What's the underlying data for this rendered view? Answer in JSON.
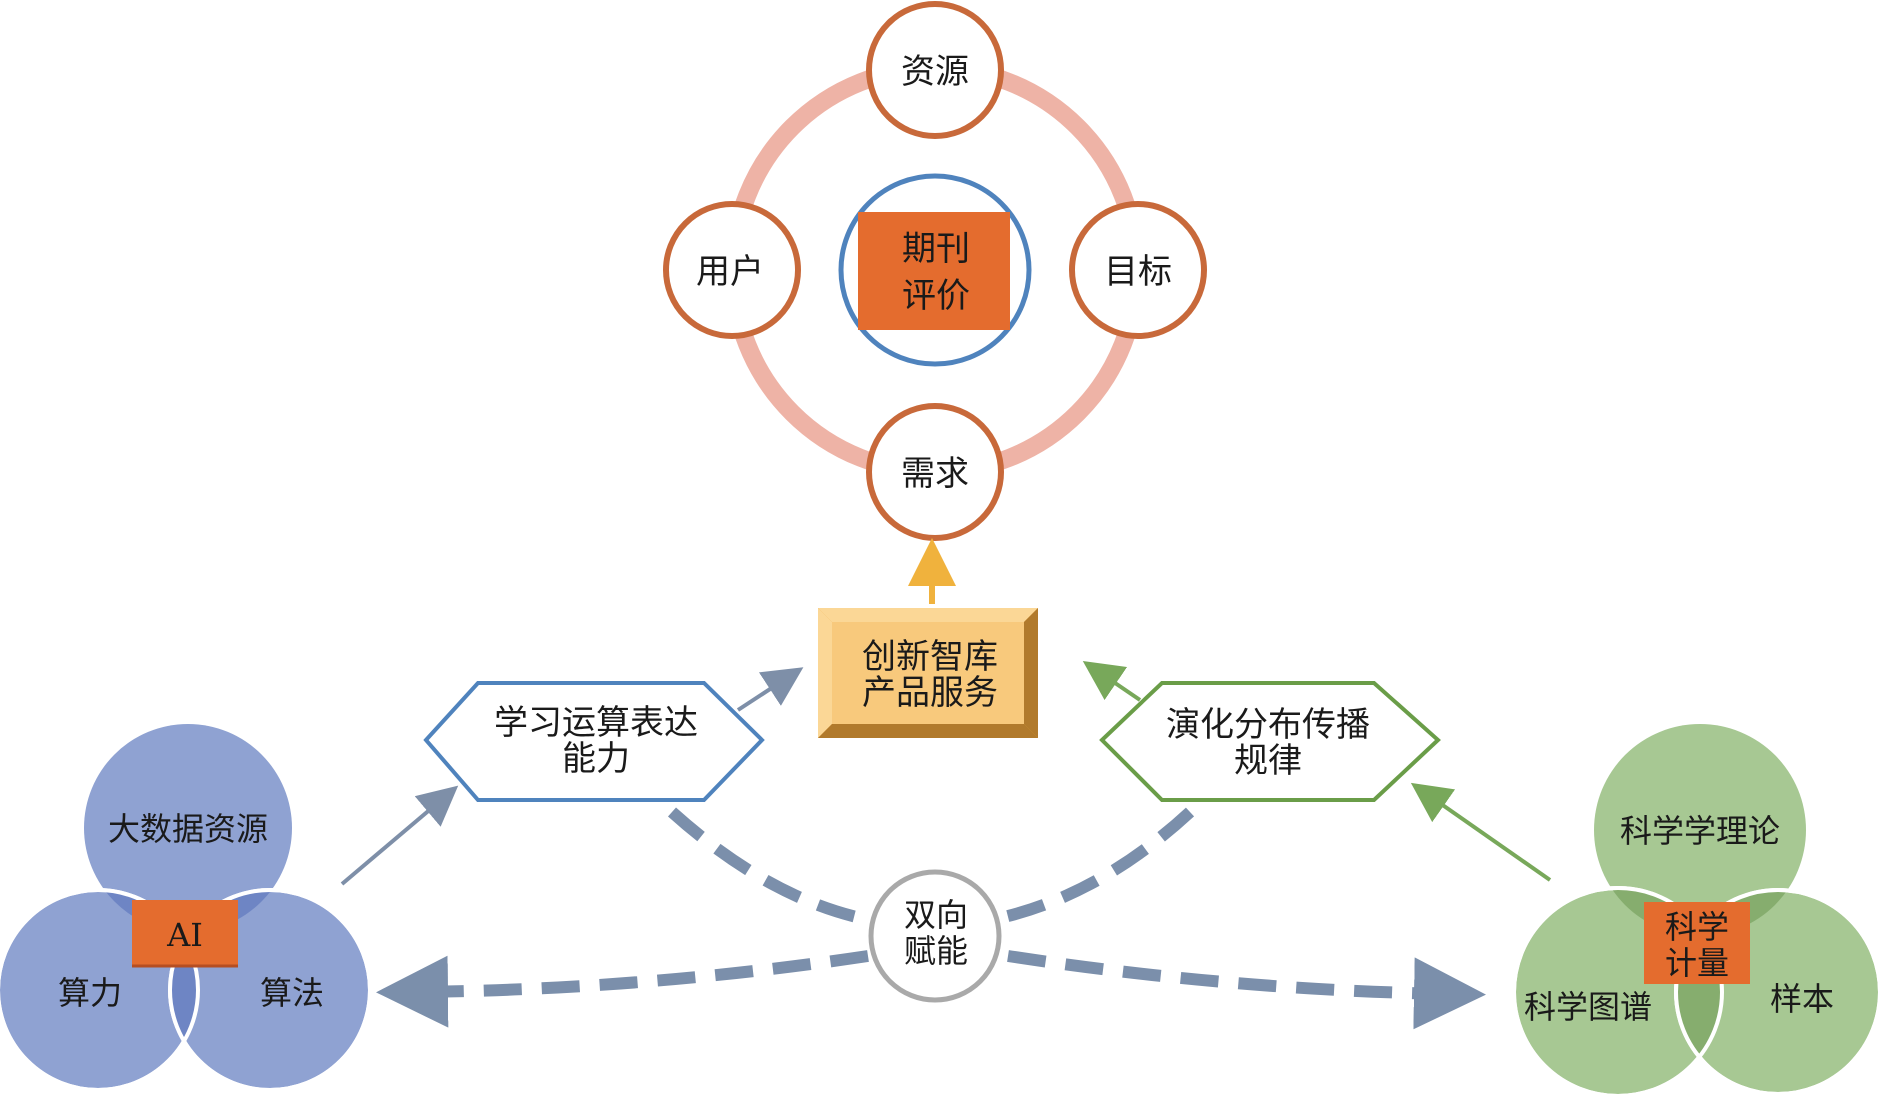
{
  "top_cycle": {
    "center_label_lines": [
      "期刊",
      "评价"
    ],
    "nodes": {
      "top": "资源",
      "left": "用户",
      "right": "目标",
      "bottom": "需求"
    }
  },
  "hub": {
    "label_lines": [
      "创新智库",
      "产品服务"
    ]
  },
  "left_hexagon": {
    "label_lines": [
      "学习运算表达",
      "能力"
    ]
  },
  "right_hexagon": {
    "label_lines": [
      "演化分布传播",
      "规律"
    ]
  },
  "bidirectional": {
    "label_lines": [
      "双向",
      "赋能"
    ]
  },
  "left_venn": {
    "circles": {
      "top": "大数据资源",
      "left": "算力",
      "right": "算法"
    },
    "center_badge": "AI"
  },
  "right_venn": {
    "circles": {
      "top": "科学学理论",
      "left": "科学图谱",
      "right": "样本"
    },
    "center_badge_lines": [
      "科学",
      "计量"
    ]
  },
  "colors": {
    "ring": "#eeb3a6",
    "node_stroke": "#c8693a",
    "center_stroke": "#4f83bd",
    "center_fill": "#e46c2e",
    "hub_fill": "#f8c97c",
    "hub_border": "#eaa640",
    "hex_blue": "#4f83bd",
    "hex_green": "#6a9d48",
    "arrow_grey": "#7e8fa8",
    "dashed": "#7b8fab",
    "arrow_yellow": "#f0b23d",
    "arrow_green": "#78a85a",
    "venn_blue": "#8fa2d2",
    "venn_blue_overlap": "#6e85c4",
    "venn_green": "#a7c893",
    "venn_green_overlap": "#86ad6e",
    "badge": "#e46c2e"
  }
}
